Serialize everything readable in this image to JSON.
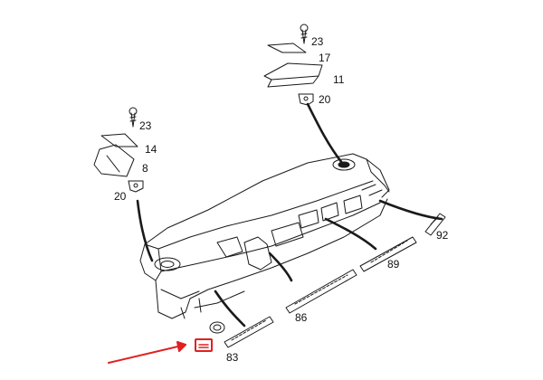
{
  "diagram": {
    "callouts": {
      "p23_top": "23",
      "p17": "17",
      "p11": "11",
      "p20_top": "20",
      "p23_left": "23",
      "p14": "14",
      "p8": "8",
      "p20_left": "20",
      "p92": "92",
      "p89": "89",
      "p86": "86",
      "p83": "83"
    },
    "colors": {
      "line": "#1a1a1a",
      "pointer_arrow": "#e02020",
      "highlight_box": "#e02020"
    }
  }
}
